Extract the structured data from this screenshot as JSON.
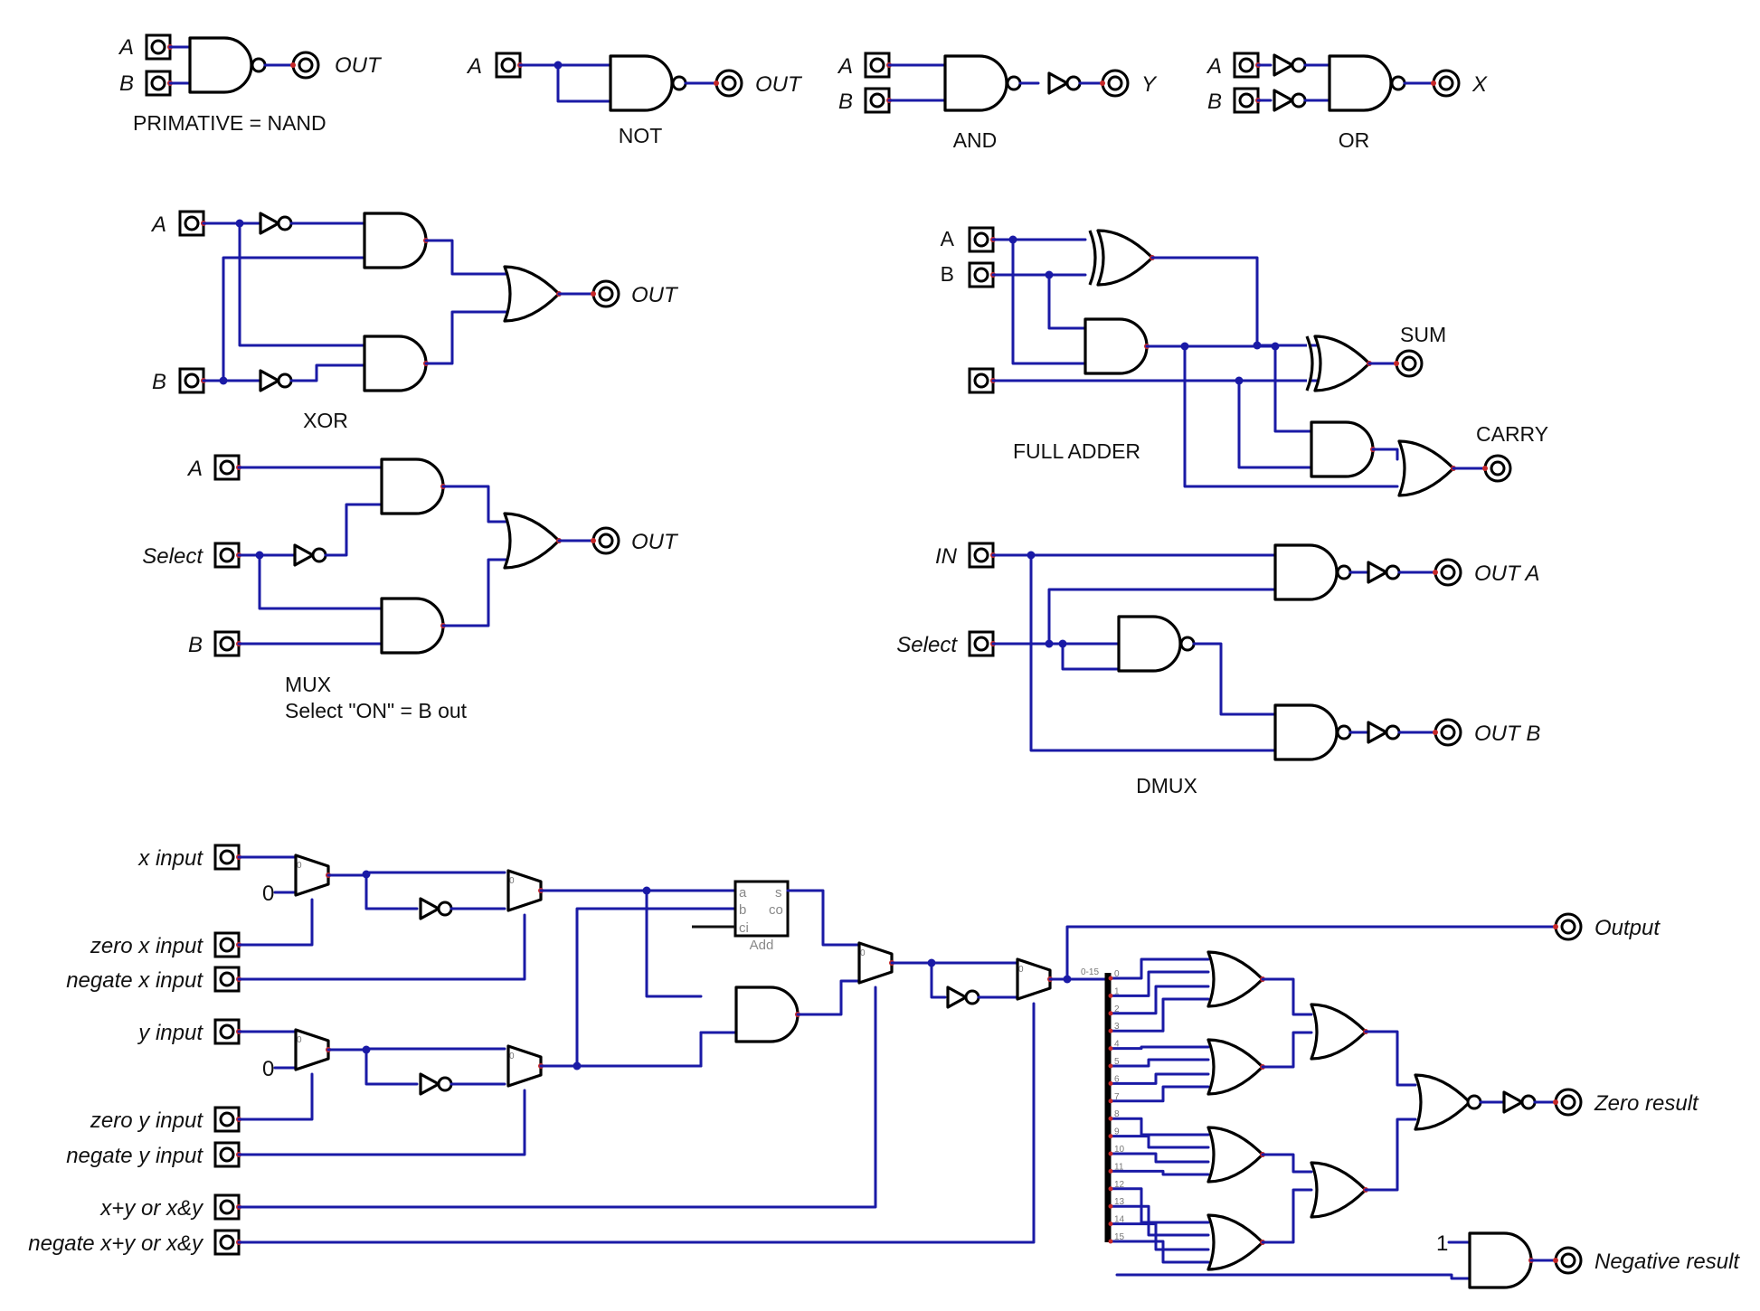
{
  "nand": {
    "a": "A",
    "b": "B",
    "out": "OUT",
    "caption": "PRIMATIVE  =  NAND"
  },
  "not": {
    "a": "A",
    "out": "OUT",
    "caption": "NOT"
  },
  "and": {
    "a": "A",
    "b": "B",
    "out": "Y",
    "caption": "AND"
  },
  "or": {
    "a": "A",
    "b": "B",
    "out": "X",
    "caption": "OR"
  },
  "xor": {
    "a": "A",
    "b": "B",
    "out": "OUT",
    "caption": "XOR"
  },
  "mux": {
    "a": "A",
    "sel": "Select",
    "b": "B",
    "out": "OUT",
    "caption1": "MUX",
    "caption2": "Select \"ON\"  =  B  out"
  },
  "fulladder": {
    "a": "A",
    "b": "B",
    "sum": "SUM",
    "carry": "CARRY",
    "caption": "FULL  ADDER"
  },
  "dmux": {
    "in": "IN",
    "sel": "Select",
    "outa": "OUT  A",
    "outb": "OUT  B",
    "caption": "DMUX"
  },
  "alu": {
    "inputs": [
      "x  input",
      "zero  x  input",
      "negate  x  input",
      "y  input",
      "zero  y  input",
      "negate  y  input",
      "x+y  or  x&y",
      "negate  x+y  or  x&y"
    ],
    "const_zero": "0",
    "const_one": "1",
    "mux_sel_label": "0",
    "adder_label": "Add",
    "adder_a": "a",
    "adder_b": "b",
    "adder_ci": "ci",
    "adder_s": "s",
    "adder_co": "co",
    "bus_label": "0-15",
    "bits": [
      "0",
      "1",
      "2",
      "3",
      "4",
      "5",
      "6",
      "7",
      "8",
      "9",
      "10",
      "11",
      "12",
      "13",
      "14",
      "15"
    ],
    "outputs": {
      "output": "Output",
      "zero": "Zero  result",
      "negative": "Negative  result"
    }
  }
}
